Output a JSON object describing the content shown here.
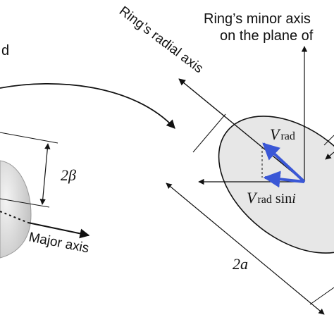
{
  "labels": {
    "top_left_fragment": "d",
    "radial_axis": "Ring’s radial axis",
    "minor_axis_line1": "Ring’s minor axis",
    "minor_axis_line2": "on the plane of",
    "two_beta": "2β",
    "major_axis": "Major axis",
    "v_rad": "V",
    "v_rad_sub": "rad",
    "v_rad_sini": "V",
    "v_rad_sini_sub": "rad",
    "v_rad_sini_tail": " sin",
    "v_rad_sini_i": "i",
    "two_a": "2a"
  },
  "colors": {
    "velocity_arrow": "#3a57d6",
    "line": "#111111",
    "ellipse_fill": "#e7e7e7"
  }
}
